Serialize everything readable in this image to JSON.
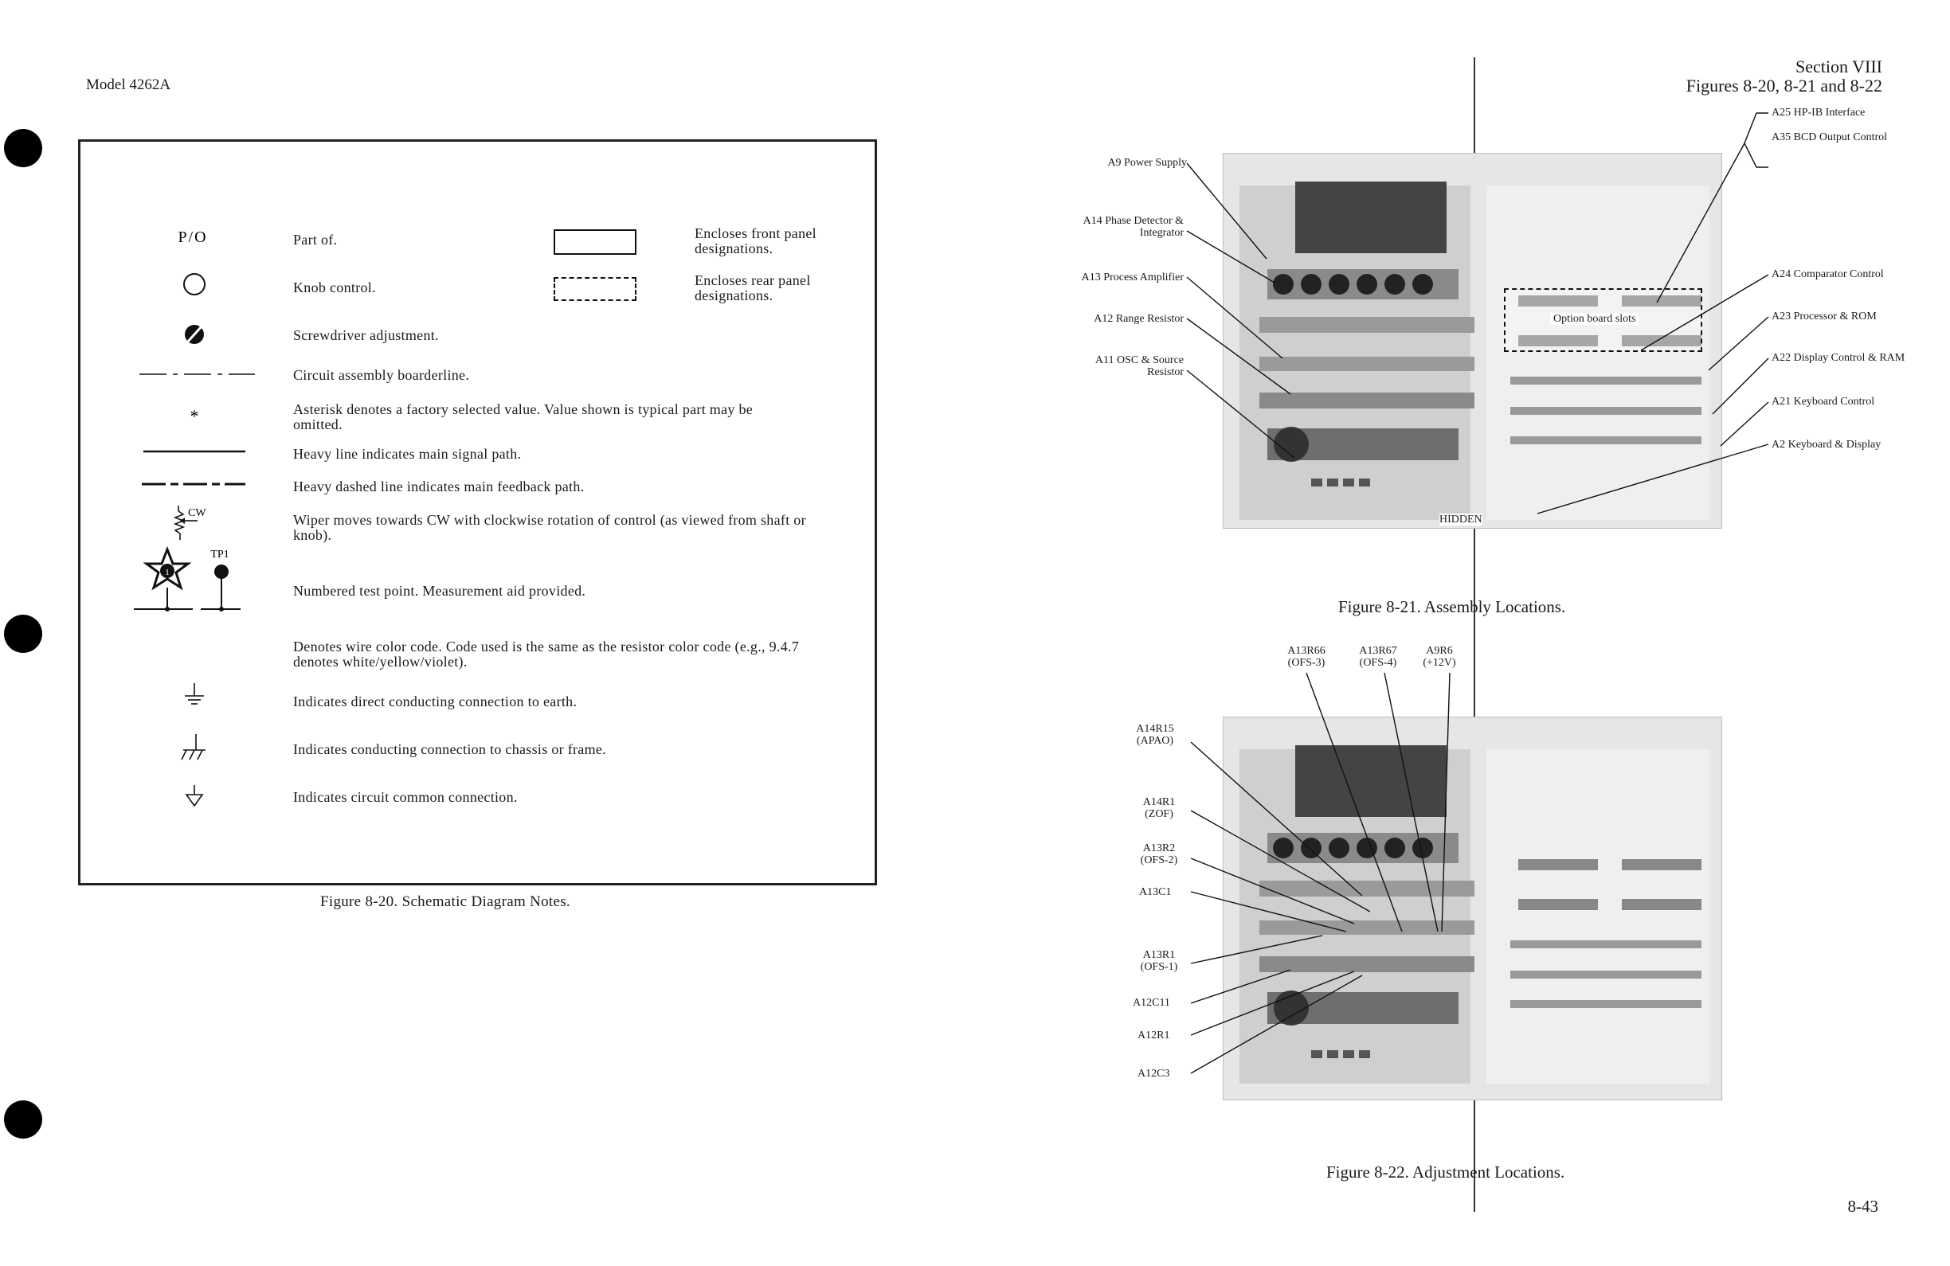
{
  "page": {
    "model": "Model 4262A",
    "section": "Section VIII",
    "figures": "Figures 8-20, 8-21 and 8-22",
    "page_number": "8-43"
  },
  "notes": {
    "caption": "Figure 8-20.  Schematic Diagram Notes.",
    "rows": [
      {
        "symbol": "P/O",
        "text": "Part of."
      },
      {
        "symbol": "knob-circle",
        "text": "Knob control."
      },
      {
        "symbol": "screwdriver",
        "text": "Screwdriver adjustment."
      },
      {
        "symbol": "boarderline",
        "text": "Circuit assembly boarderline."
      },
      {
        "symbol": "*",
        "text": "Asterisk denotes a factory selected value.   Value shown is typical part may be omitted."
      },
      {
        "symbol": "heavy-line",
        "text": "Heavy line indicates main signal path."
      },
      {
        "symbol": "heavy-dashed",
        "text": "Heavy dashed line indicates main feedback path."
      },
      {
        "symbol": "wiper",
        "symbol_label": "CW",
        "text": "Wiper moves towards CW with clockwise rotation of control (as viewed from shaft or knob)."
      },
      {
        "symbol": "test-point",
        "symbol_label": "TP1",
        "text": "Numbered test point.   Measurement aid provided."
      },
      {
        "symbol": "none",
        "text": "Denotes wire color code.   Code used is the same as the resistor color code (e.g.,   9.4.7  denotes white/yellow/violet)."
      },
      {
        "symbol": "earth",
        "text": "Indicates direct conducting connection to earth."
      },
      {
        "symbol": "chassis",
        "text": "Indicates conducting connection to chassis or frame."
      },
      {
        "symbol": "common",
        "text": "Indicates circuit common connection."
      }
    ],
    "right_rows": [
      {
        "symbol": "solid-box",
        "text": "Encloses front panel designations."
      },
      {
        "symbol": "dashed-box",
        "text": "Encloses rear panel designations."
      }
    ]
  },
  "fig21": {
    "caption": "Figure 8-21.  Assembly Locations.",
    "left_labels": [
      "A9 Power Supply",
      "A14 Phase Detector & Integrator",
      "A13 Process Amplifier",
      "A12 Range Resistor",
      "A11 OSC & Source Resistor"
    ],
    "right_labels": [
      "A25 HP-IB Interface",
      "A35 BCD Output Control",
      "A24 Comparator Control",
      "A23 Processor & ROM",
      "A22 Display Control & RAM",
      "A21 Keyboard Control",
      "A2 Keyboard & Display"
    ],
    "option_slots": "Option board slots",
    "hidden": "HIDDEN"
  },
  "fig22": {
    "caption": "Figure 8-22.  Adjustment Locations.",
    "top_labels": [
      {
        "name": "A13R66",
        "sub": "(OFS-3)"
      },
      {
        "name": "A13R67",
        "sub": "(OFS-4)"
      },
      {
        "name": "A9R6",
        "sub": "(+12V)"
      }
    ],
    "left_labels": [
      {
        "name": "A14R15",
        "sub": "(APAO)"
      },
      {
        "name": "A14R1",
        "sub": "(ZOF)"
      },
      {
        "name": "A13R2",
        "sub": "(OFS-2)"
      },
      {
        "name": "A13C1",
        "sub": ""
      },
      {
        "name": "A13R1",
        "sub": "(OFS-1)"
      },
      {
        "name": "A12C11",
        "sub": ""
      },
      {
        "name": "A12R1",
        "sub": ""
      },
      {
        "name": "A12C3",
        "sub": ""
      }
    ]
  }
}
